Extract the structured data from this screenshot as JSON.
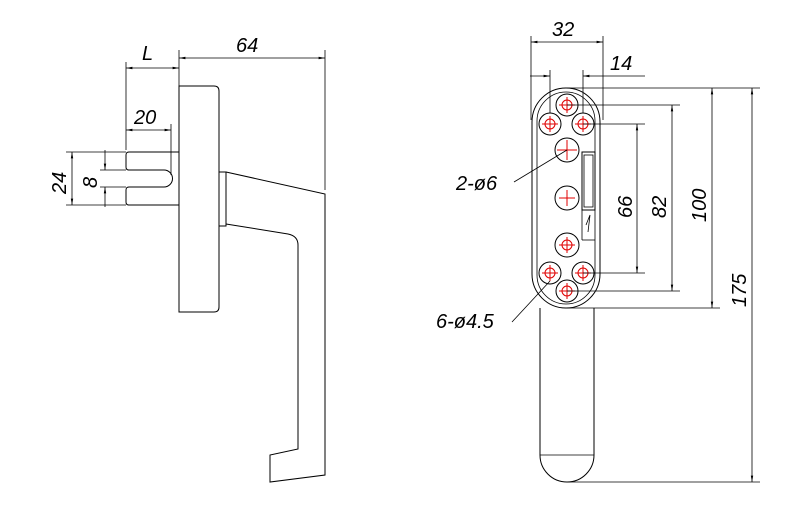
{
  "drawing": {
    "side_view": {
      "dimensions": {
        "overall_depth": "64",
        "spindle_length": "L",
        "spindle_inner": "20",
        "spindle_height": "24",
        "slot_width": "8"
      }
    },
    "front_view": {
      "dimensions": {
        "width": "32",
        "hole_spacing": "14",
        "height_66": "66",
        "height_82": "82",
        "height_100": "100",
        "height_175": "175"
      },
      "callouts": {
        "large_holes": "2-ø6",
        "small_holes": "6-ø4.5"
      }
    },
    "colors": {
      "outline": "#000000",
      "centerlines": "#e00000"
    }
  }
}
